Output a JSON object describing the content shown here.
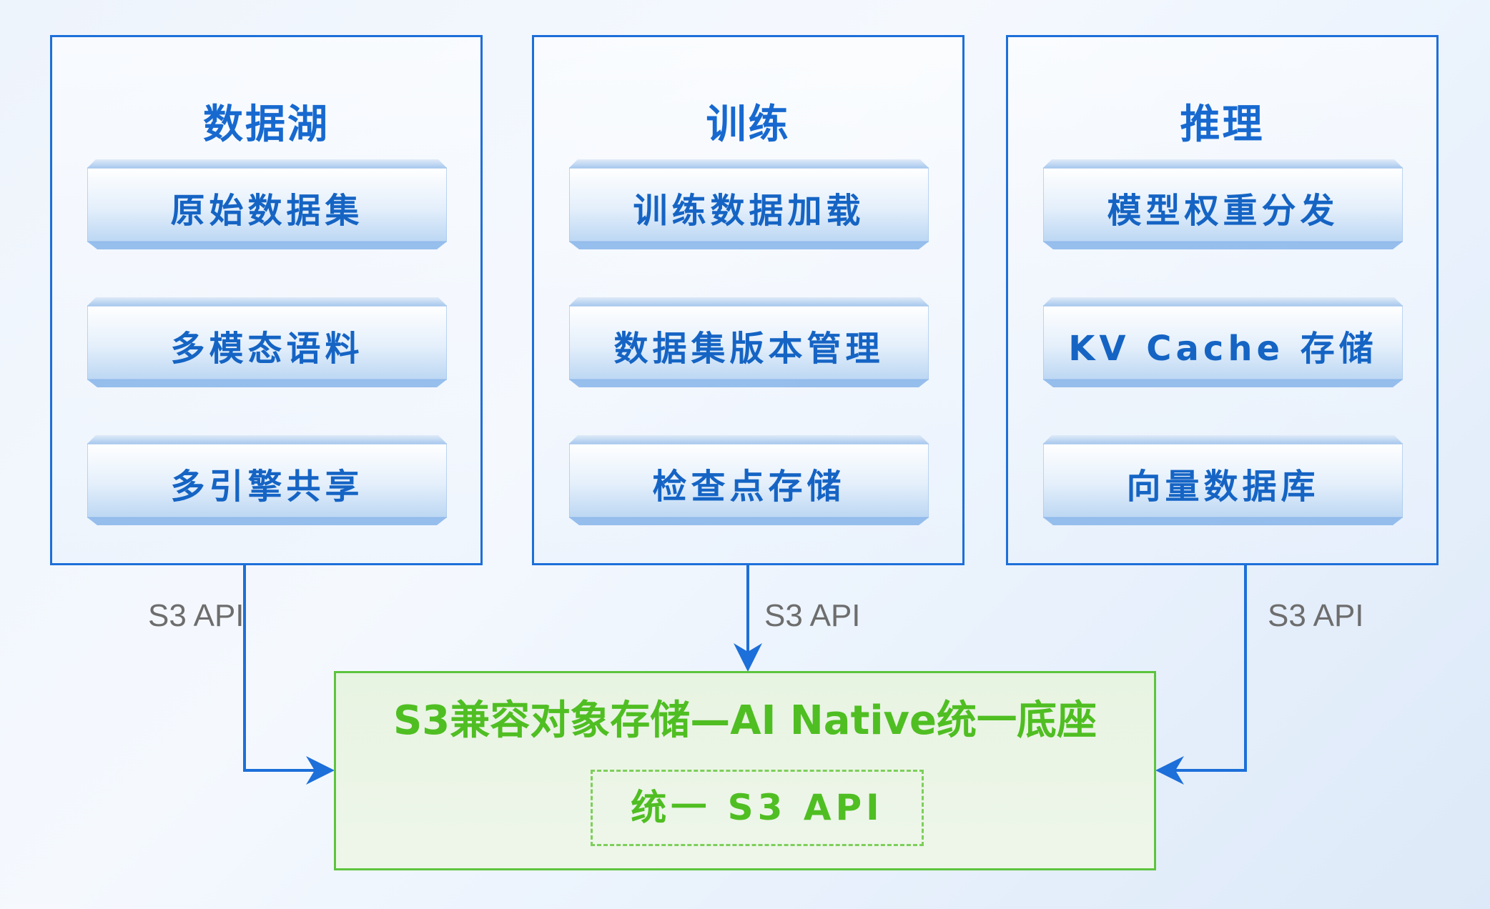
{
  "columns": [
    {
      "title": "数据湖",
      "items": [
        "原始数据集",
        "多模态语料",
        "多引擎共享"
      ],
      "api_label": "S3 API"
    },
    {
      "title": "训练",
      "items": [
        "训练数据加载",
        "数据集版本管理",
        "检查点存储"
      ],
      "api_label": "S3 API"
    },
    {
      "title": "推理",
      "items": [
        "模型权重分发",
        "KV Cache 存储",
        "向量数据库"
      ],
      "api_label": "S3 API"
    }
  ],
  "base": {
    "title": "S3兼容对象存储—AI Native统一底座",
    "inner_label": "统一 S3 API"
  },
  "colors": {
    "panel_border": "#1d6fd9",
    "panel_text": "#1769cf",
    "base_border": "#5dc43d",
    "base_text": "#4fbe22",
    "api_text": "#6d6d6d"
  }
}
